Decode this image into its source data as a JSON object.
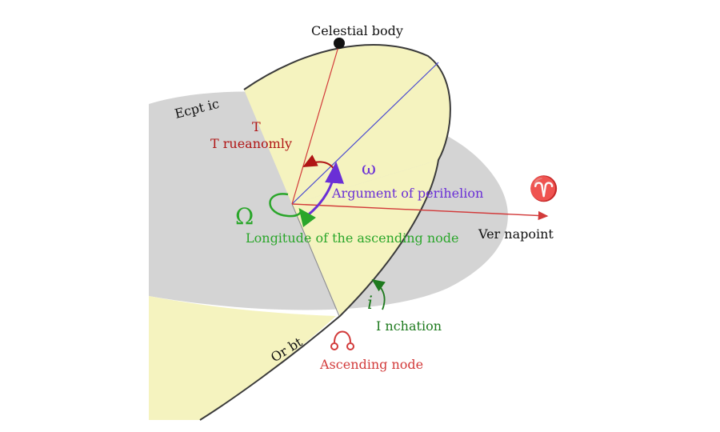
{
  "labels": {
    "celestial_body": "Celestial body",
    "ecliptic": "Ecpt ic",
    "true_anomaly_symbol": "T",
    "true_anomaly": "T rueanomly",
    "argument_symbol": "ω",
    "argument_of_perihelion": "Argument of perihelion",
    "longitude_symbol": "Ω",
    "longitude_of_ascending_node": "Longitude of the ascending node",
    "aries_symbol": "♈",
    "vernal_point": "Ver napoint",
    "inclination_symbol": "i",
    "inclination": "I nchation",
    "orbit": "Or bt",
    "ascending_node_symbol": "☊",
    "ascending_node": "Ascending node"
  },
  "colors": {
    "ecliptic_plane": "#d4d4d4",
    "orbit_plane": "#f5f3bf",
    "orbit_outline": "#3a3a3a",
    "red": "#d23a3a",
    "dark_red": "#b01515",
    "blue": "#4a4ad0",
    "purple": "#6a2fd6",
    "green": "#2aa62a",
    "dark_green": "#1e7a1e",
    "black": "#111111"
  }
}
